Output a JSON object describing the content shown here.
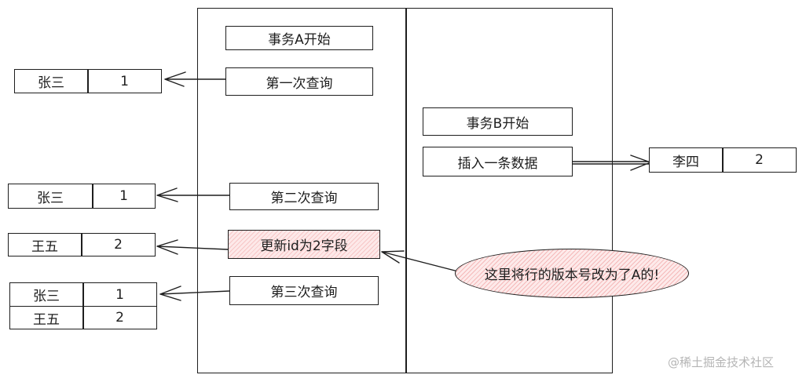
{
  "transaction_a": {
    "start": "事务A开始",
    "query1": "第一次查询",
    "query2": "第二次查询",
    "update": "更新id为2字段",
    "query3": "第三次查询"
  },
  "transaction_b": {
    "start": "事务B开始",
    "insert": "插入一条数据"
  },
  "results": {
    "query1": [
      {
        "name": "张三",
        "version": "1"
      }
    ],
    "query2": [
      {
        "name": "张三",
        "version": "1"
      }
    ],
    "update": [
      {
        "name": "王五",
        "version": "2"
      }
    ],
    "query3": [
      {
        "name": "张三",
        "version": "1"
      },
      {
        "name": "王五",
        "version": "2"
      }
    ],
    "insert": [
      {
        "name": "李四",
        "version": "2"
      }
    ]
  },
  "note": "这里将行的版本号改为了A的!",
  "watermark": "@稀土掘金技术社区",
  "colors": {
    "hatch": "#f5b9b9",
    "stroke": "#1e1e1e"
  }
}
